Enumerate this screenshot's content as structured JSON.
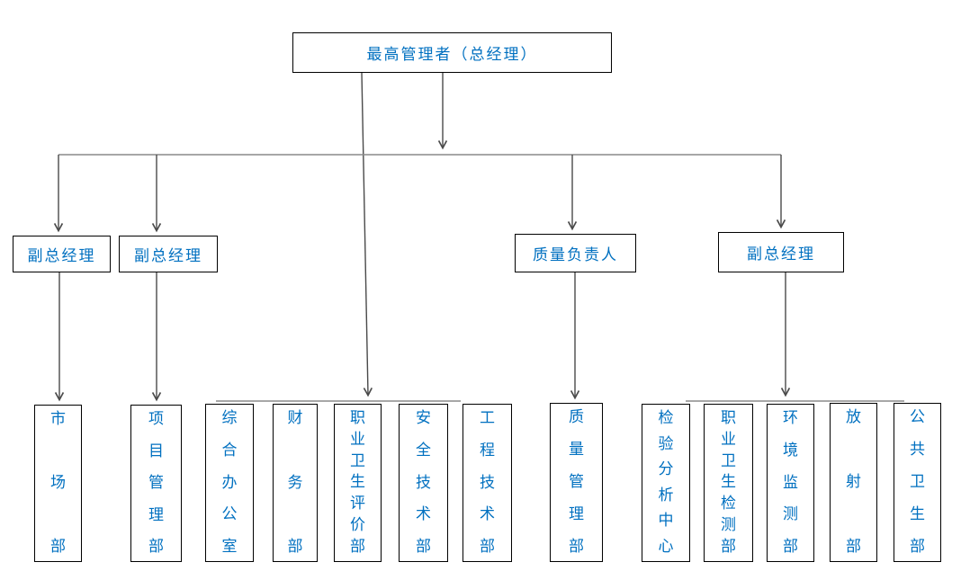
{
  "colors": {
    "node_text": "#0070C0",
    "node_border": "#000000",
    "connector": "#4a4a4a",
    "connector_bus": "#8a8a8a"
  },
  "nodes": {
    "root": {
      "label": "最高管理者（总经理）"
    },
    "managers": [
      {
        "id": "deputy-gm-1",
        "label": "副总经理"
      },
      {
        "id": "deputy-gm-2",
        "label": "副总经理"
      },
      {
        "id": "quality-leader",
        "label": "质量负责人"
      },
      {
        "id": "deputy-gm-3",
        "label": "副总经理"
      }
    ],
    "departments": [
      {
        "id": "marketing",
        "label": "市场部"
      },
      {
        "id": "project-management",
        "label": "项目管理部"
      },
      {
        "id": "general-office",
        "label": "综合办公室"
      },
      {
        "id": "finance",
        "label": "财务部"
      },
      {
        "id": "occupational-health-evaluation",
        "label": "职业卫生评价部"
      },
      {
        "id": "safety-technology",
        "label": "安全技术部"
      },
      {
        "id": "engineering-technology",
        "label": "工程技术部"
      },
      {
        "id": "quality-management",
        "label": "质量管理部"
      },
      {
        "id": "inspection-analysis-center",
        "label": "检验分析中心"
      },
      {
        "id": "occupational-health-testing",
        "label": "职业卫生检测部"
      },
      {
        "id": "environmental-monitoring",
        "label": "环境监测部"
      },
      {
        "id": "radiation",
        "label": "放射部"
      },
      {
        "id": "public-health",
        "label": "公共卫生部"
      }
    ]
  }
}
